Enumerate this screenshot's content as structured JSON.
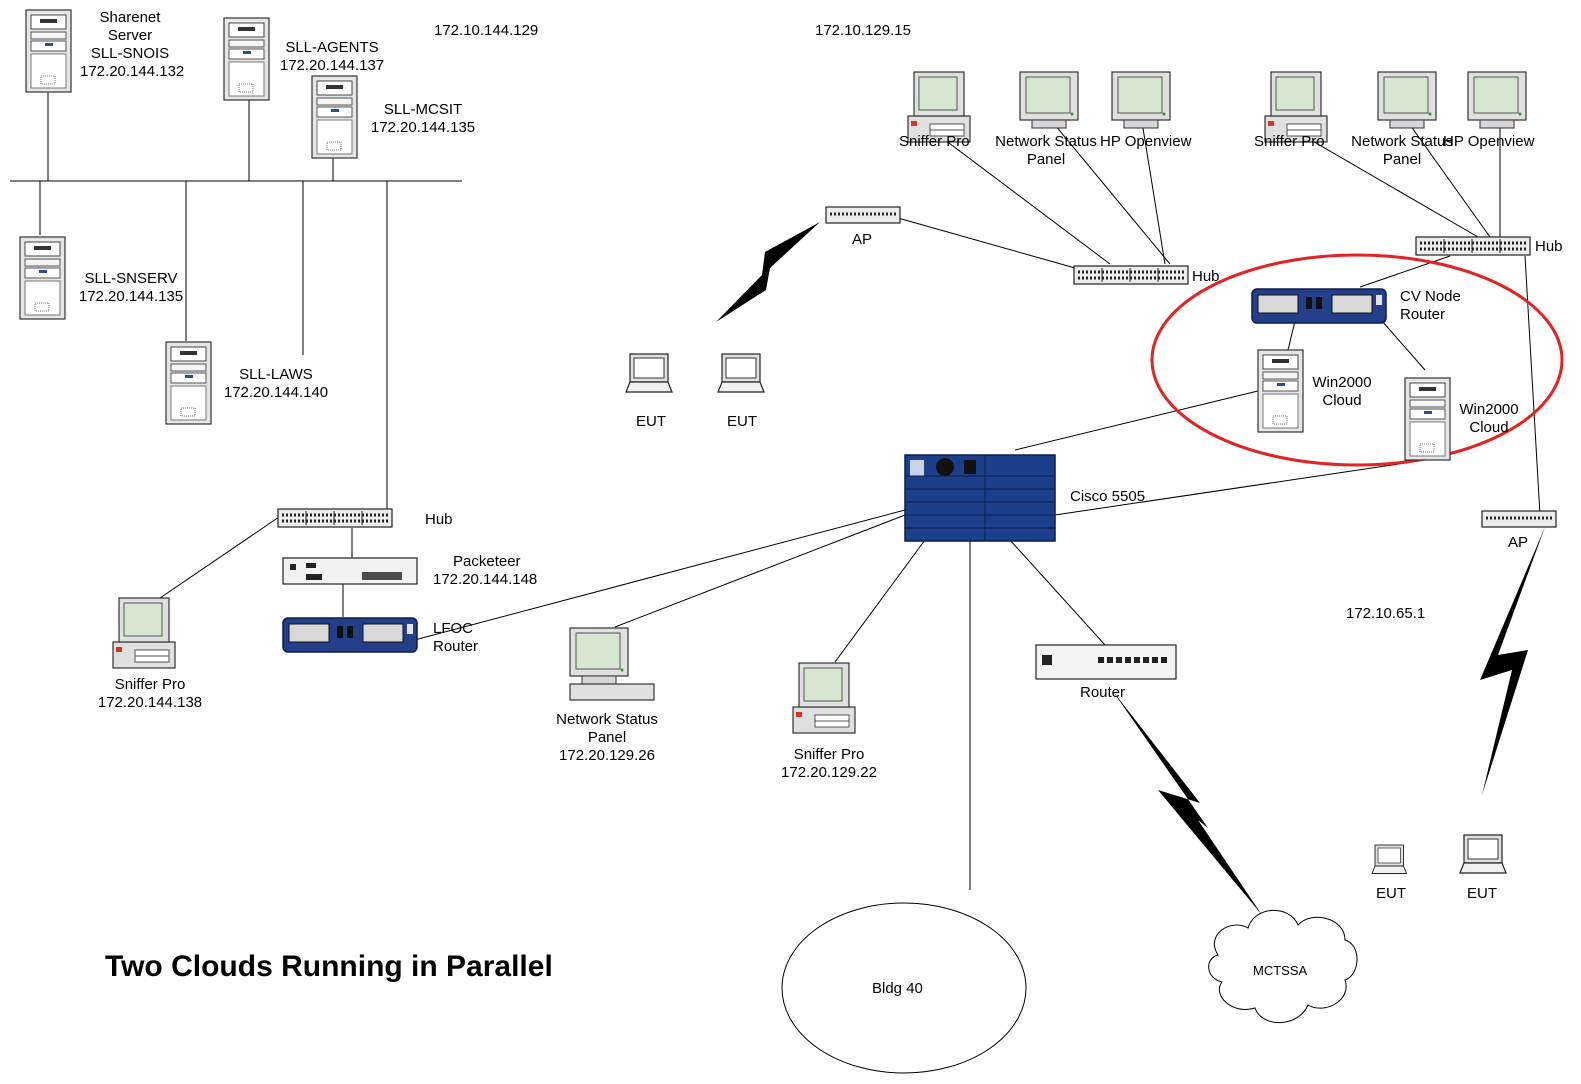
{
  "title": "Two Clouds Running in Parallel",
  "labels": {
    "sharenet_server": [
      "Sharenet",
      "Server",
      "SLL-SNOIS",
      "172.20.144.132"
    ],
    "sll_agents": [
      "SLL-AGENTS",
      "172.20.144.137"
    ],
    "ip_header_left": "172.10.144.129",
    "sll_mcsit": [
      "SLL-MCSIT",
      "172.20.144.135"
    ],
    "ip_header_mid": "172.10.129.15",
    "sll_snserv": [
      "SLL-SNSERV",
      "172.20.144.135"
    ],
    "sll_laws": [
      "SLL-LAWS",
      "172.20.144.140"
    ],
    "sniffer_top_a": "Sniffer Pro",
    "nsp_top_a": [
      "Network Status",
      "Panel"
    ],
    "hp_top_a": "HP Openview",
    "sniffer_top_b": "Sniffer Pro",
    "nsp_top_b": [
      "Network Status",
      "Panel"
    ],
    "hp_top_b": "HP Openview",
    "hub_right": "Hub",
    "ap_top": "AP",
    "hub_mid": "Hub",
    "cv_node_router": [
      "CV Node",
      "Router"
    ],
    "win2000_a": [
      "Win2000",
      "Cloud"
    ],
    "win2000_b": [
      "Win2000",
      "Cloud"
    ],
    "eut_1": "EUT",
    "eut_2": "EUT",
    "cisco": "Cisco 5505",
    "hub_left": "Hub",
    "packeteer": [
      "Packeteer",
      "172.20.144.148"
    ],
    "lfoc_router": [
      "LFOC",
      "Router"
    ],
    "ap_right": "AP",
    "ip_right": "172.10.65.1",
    "sniffer_left": [
      "Sniffer Pro",
      "172.20.144.138"
    ],
    "nsp_bottom": [
      "Network Status",
      "Panel",
      "172.20.129.26"
    ],
    "sniffer_bottom": [
      "Sniffer Pro",
      "172.20.129.22"
    ],
    "router_bottom": "Router",
    "eut_3": "EUT",
    "eut_4": "EUT",
    "bldg": "Bldg 40",
    "mctssa": "MCTSSA"
  },
  "colors": {
    "line": "#000000",
    "highlight_ellipse": "#e32222",
    "router_blue": "#1f3d86",
    "cisco_blue": "#1c3f8a",
    "device_gray": "#e2e2e2",
    "screen_green": "#d8e8cf"
  },
  "icons": [
    "server-icon",
    "monitor-icon",
    "pc-icon",
    "laptop-icon",
    "hub-icon",
    "router-icon",
    "switch-chassis-icon",
    "wireless-link-icon",
    "cloud-icon"
  ]
}
